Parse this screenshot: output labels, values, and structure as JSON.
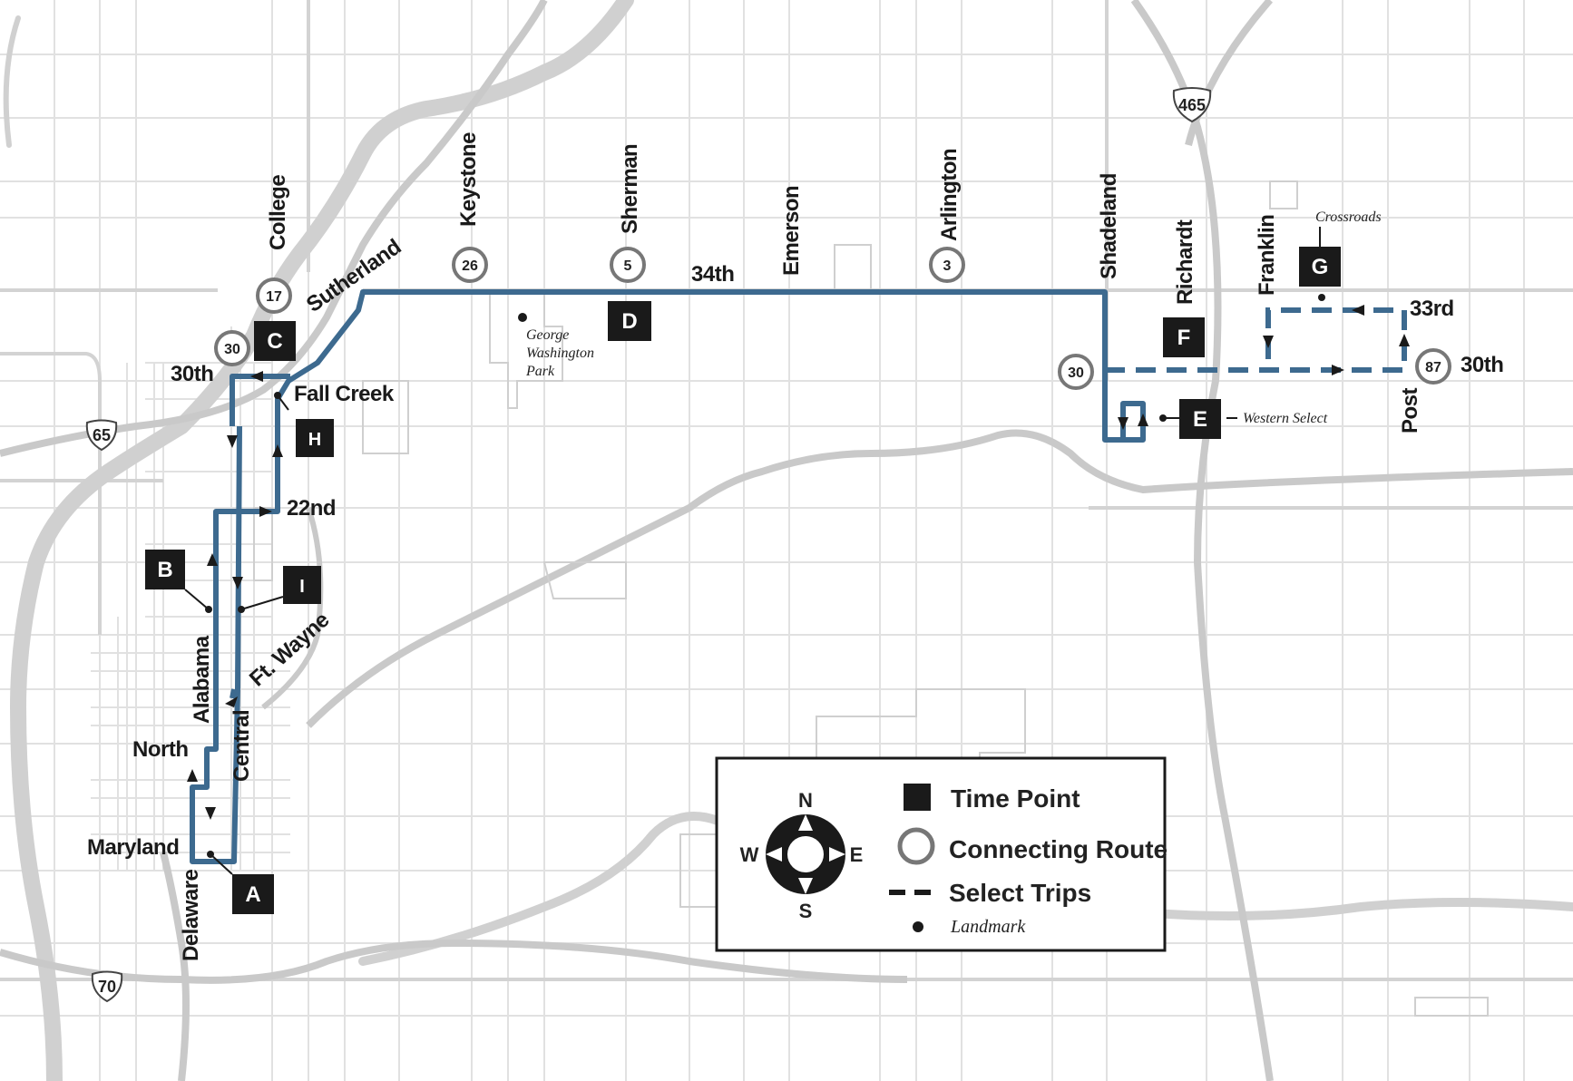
{
  "streets": {
    "college": "College",
    "sutherland": "Sutherland",
    "keystone": "Keystone",
    "sherman": "Sherman",
    "emerson": "Emerson",
    "arlington": "Arlington",
    "shadeland": "Shadeland",
    "richardt": "Richardt",
    "franklin": "Franklin",
    "thirty_fourth": "34th",
    "thirty_third": "33rd",
    "thirtieth_west": "30th",
    "thirtieth_east": "30th",
    "fall_creek": "Fall Creek",
    "twenty_second": "22nd",
    "alabama": "Alabama",
    "ft_wayne": "Ft. Wayne",
    "central": "Central",
    "north": "North",
    "maryland": "Maryland",
    "delaware": "Delaware",
    "post": "Post"
  },
  "landmarks": {
    "george_washington_park_1": "George",
    "george_washington_park_2": "Washington",
    "george_washington_park_3": "Park",
    "crossroads": "Crossroads",
    "western_select": "Western Select"
  },
  "time_points": [
    "A",
    "B",
    "C",
    "D",
    "E",
    "F",
    "G",
    "H",
    "I"
  ],
  "connecting_routes": {
    "college": "17",
    "west_30th": "30",
    "keystone": "26",
    "sherman": "5",
    "arlington": "3",
    "shadeland": "30",
    "post": "87"
  },
  "highways": {
    "i465": "465",
    "i65": "65",
    "i70": "70"
  },
  "legend": {
    "time_point": "Time Point",
    "connecting_route": "Connecting Route",
    "select_trips": "Select Trips",
    "landmark": "Landmark",
    "compass_n": "N",
    "compass_s": "S",
    "compass_e": "E",
    "compass_w": "W"
  },
  "colors": {
    "route": "#3d6a8f",
    "time_point_fill": "#1a1a1a",
    "background": "#ffffff"
  }
}
